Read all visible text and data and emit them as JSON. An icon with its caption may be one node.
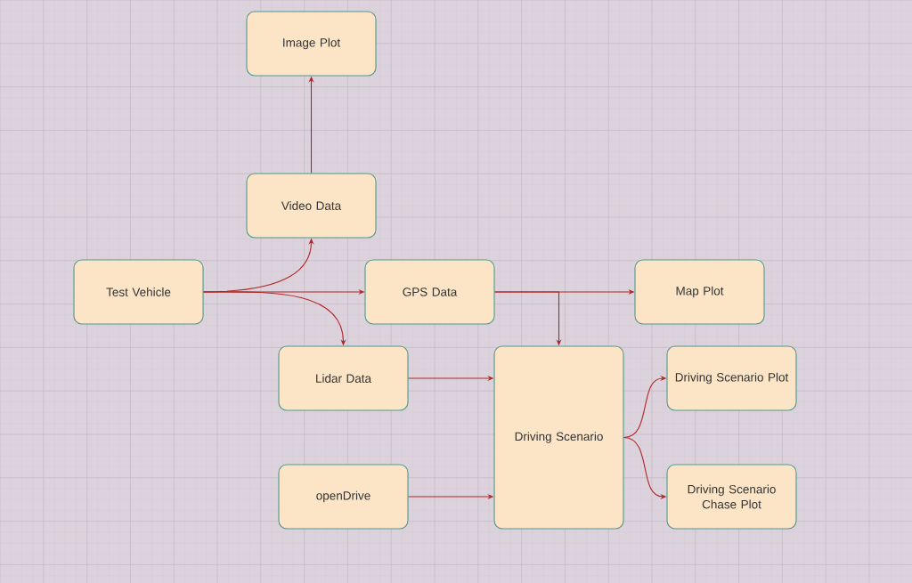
{
  "diagram": {
    "nodes": [
      {
        "text": [
          "Image Plot"
        ]
      },
      {
        "text": [
          "Video Data"
        ]
      },
      {
        "text": [
          "Test Vehicle"
        ]
      },
      {
        "text": [
          "GPS Data"
        ]
      },
      {
        "text": [
          "Map Plot"
        ]
      },
      {
        "text": [
          "Lidar Data"
        ]
      },
      {
        "text": [
          "Driving Scenario"
        ]
      },
      {
        "text": [
          "Driving Scenario Plot"
        ]
      },
      {
        "text": [
          "openDrive"
        ]
      },
      {
        "text": [
          "Driving Scenario Chase Plot"
        ]
      }
    ],
    "edges": [
      {
        "from": 1,
        "to": 0,
        "arrow": "to"
      },
      {
        "from": 2,
        "to": 1,
        "arrow": "to"
      },
      {
        "from": 2,
        "to": 3,
        "arrow": "to"
      },
      {
        "from": 2,
        "to": 5,
        "arrow": "to"
      },
      {
        "from": 3,
        "to": 4,
        "arrow": "to"
      },
      {
        "from": 3,
        "to": 6,
        "arrow": "to"
      },
      {
        "from": 5,
        "to": 6,
        "arrow": "to"
      },
      {
        "from": 8,
        "to": 6,
        "arrow": "to"
      },
      {
        "from": 6,
        "to": 7,
        "arrow": "to"
      },
      {
        "from": 6,
        "to": 9,
        "arrow": "to"
      }
    ]
  }
}
